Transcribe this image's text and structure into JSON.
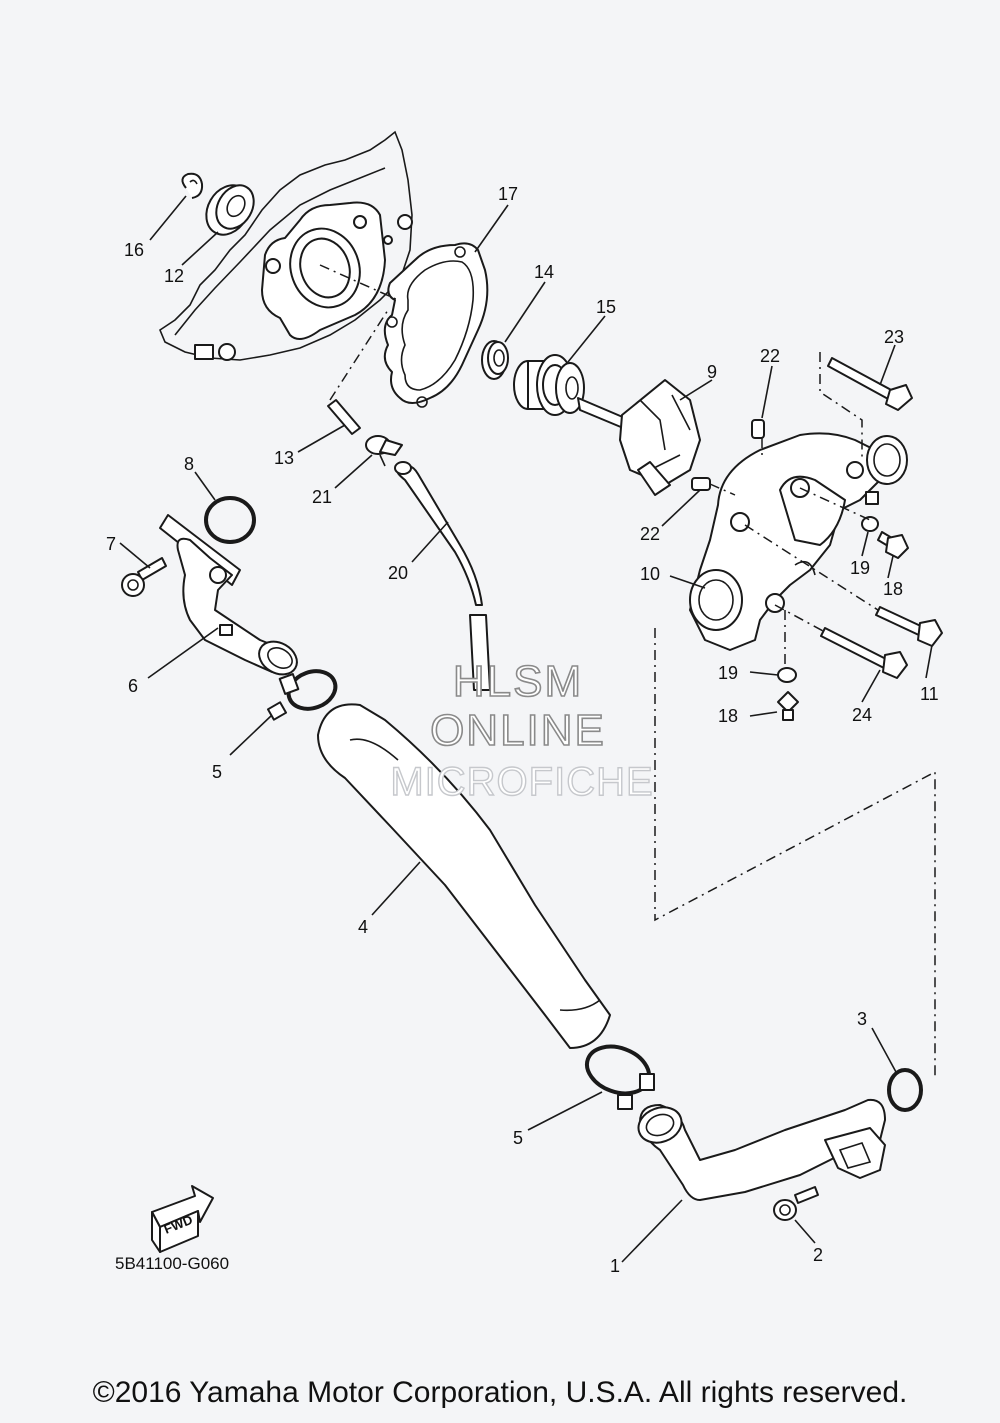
{
  "diagram": {
    "callouts": [
      {
        "id": "c16",
        "label": "16"
      },
      {
        "id": "c12",
        "label": "12"
      },
      {
        "id": "c17",
        "label": "17"
      },
      {
        "id": "c14",
        "label": "14"
      },
      {
        "id": "c15",
        "label": "15"
      },
      {
        "id": "c9",
        "label": "9"
      },
      {
        "id": "c22a",
        "label": "22"
      },
      {
        "id": "c23",
        "label": "23"
      },
      {
        "id": "c13",
        "label": "13"
      },
      {
        "id": "c21",
        "label": "21"
      },
      {
        "id": "c8",
        "label": "8"
      },
      {
        "id": "c7",
        "label": "7"
      },
      {
        "id": "c20",
        "label": "20"
      },
      {
        "id": "c22b",
        "label": "22"
      },
      {
        "id": "c19a",
        "label": "19"
      },
      {
        "id": "c18a",
        "label": "18"
      },
      {
        "id": "c10",
        "label": "10"
      },
      {
        "id": "c6",
        "label": "6"
      },
      {
        "id": "c11",
        "label": "11"
      },
      {
        "id": "c19b",
        "label": "19"
      },
      {
        "id": "c24",
        "label": "24"
      },
      {
        "id": "c18b",
        "label": "18"
      },
      {
        "id": "c5a",
        "label": "5"
      },
      {
        "id": "c4",
        "label": "4"
      },
      {
        "id": "c3",
        "label": "3"
      },
      {
        "id": "c5b",
        "label": "5"
      },
      {
        "id": "c2",
        "label": "2"
      },
      {
        "id": "c1",
        "label": "1"
      }
    ],
    "fwd_label": "FWD",
    "drawing_code": "5B41100-G060"
  },
  "watermark": {
    "line1": "HLSM",
    "line2": "ONLINE",
    "line3": "MICROFICHE"
  },
  "copyright": "©2016 Yamaha Motor Corporation, U.S.A. All rights reserved."
}
